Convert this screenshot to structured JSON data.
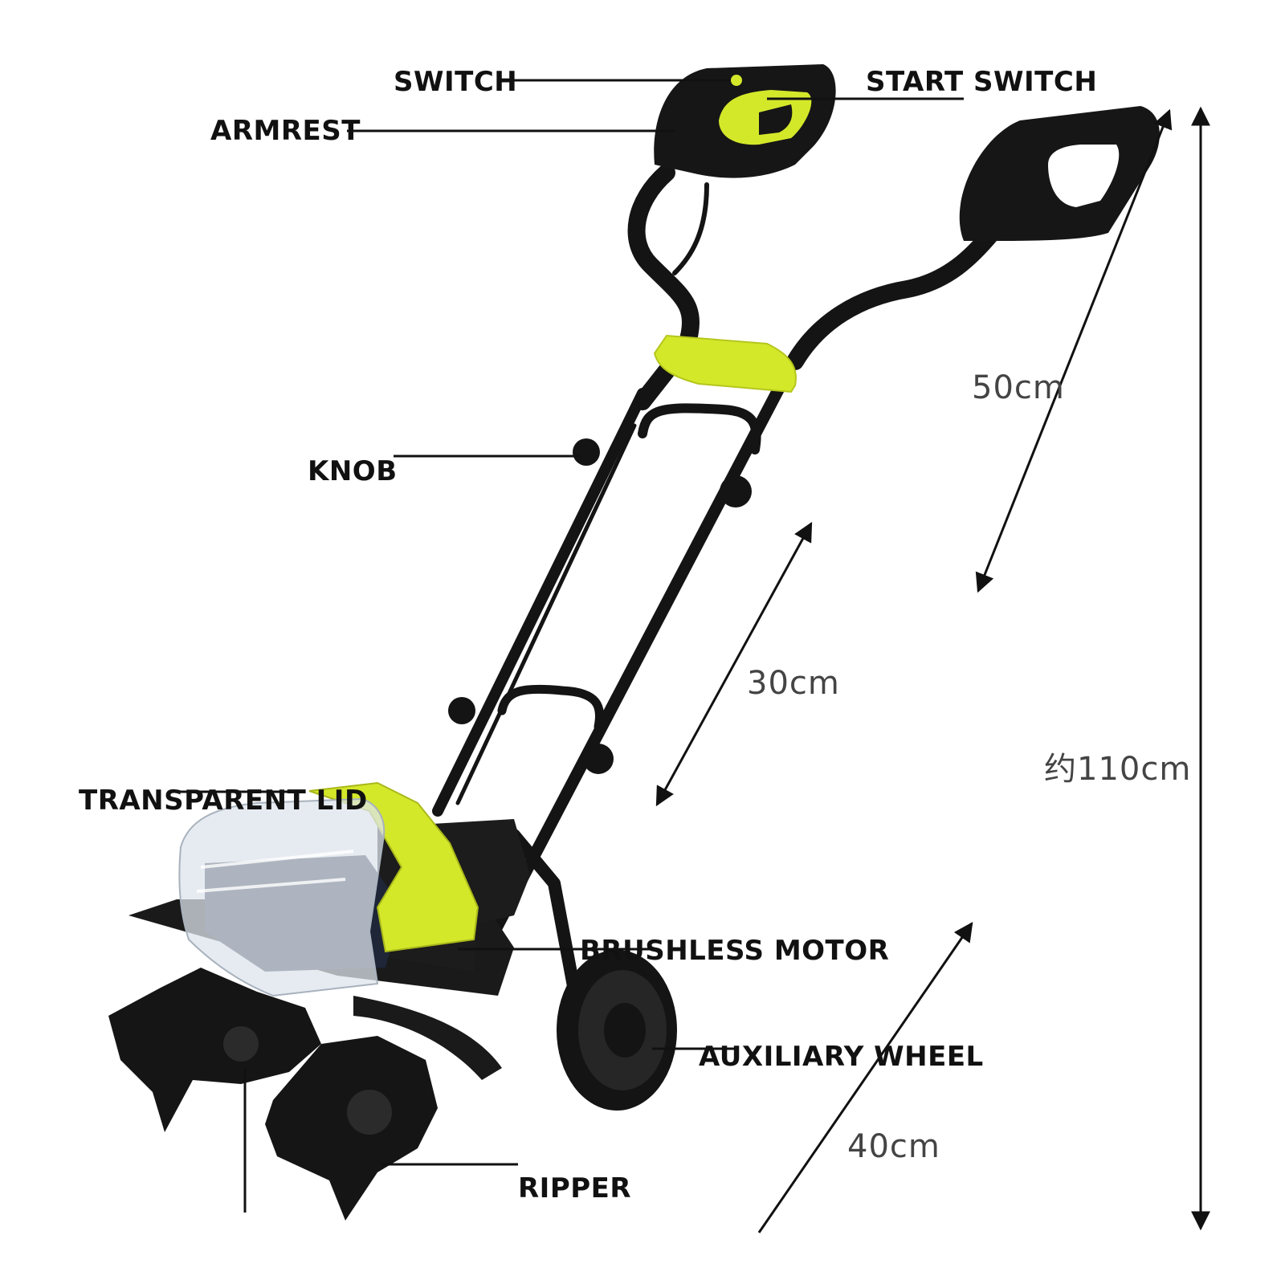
{
  "labels": {
    "switch": "SWITCH",
    "start_switch": "START SWITCH",
    "armrest": "ARMREST",
    "knob": "KNOB",
    "transparent_lid": "TRANSPARENT LID",
    "brushless_motor": "BRUSHLESS MOTOR",
    "auxiliary_wheel": "AUXILIARY WHEEL",
    "ripper": "RIPPER"
  },
  "dimensions": {
    "handle_length": "50cm",
    "lower_shaft_length": "30cm",
    "total_height": "约110cm",
    "base_length": "40cm"
  },
  "colors": {
    "accent": "#d4e82a",
    "body": "#161616",
    "label_text": "#111111",
    "dimension_text": "#444444"
  }
}
